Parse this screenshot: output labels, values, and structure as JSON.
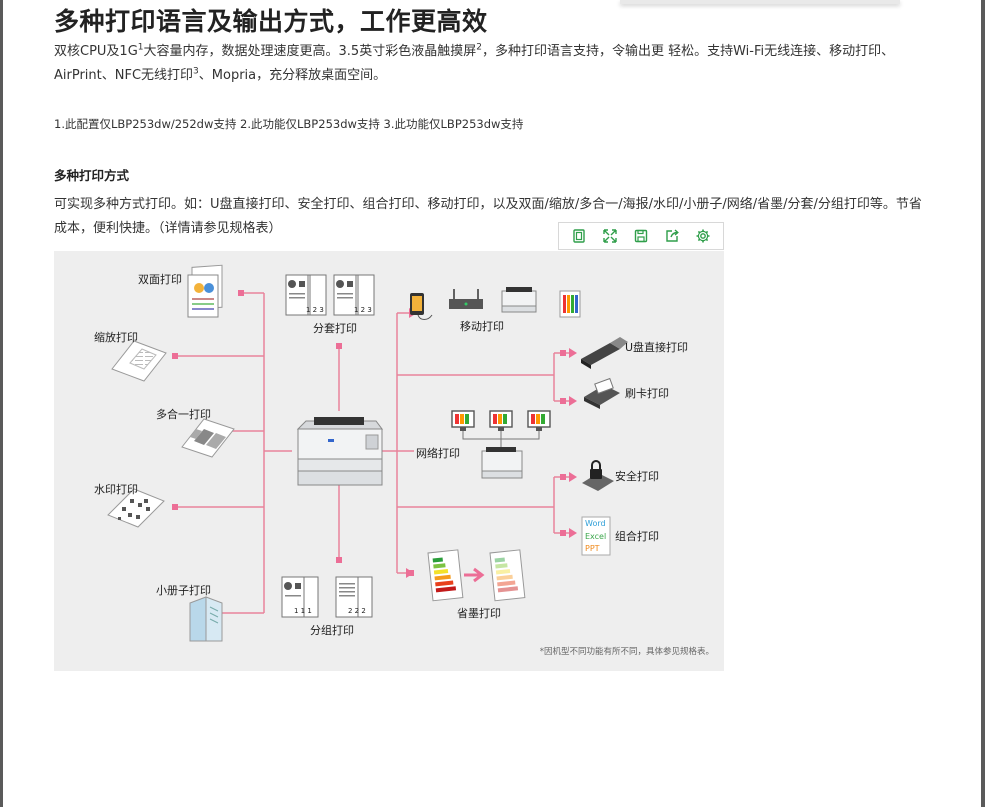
{
  "heading": "多种打印语言及输出方式，工作更高效",
  "intro": {
    "p1": "双核CPU及1G",
    "sup1": "1",
    "p2": "大容量内存，数据处理速度更高。3.5英寸彩色液晶触摸屏",
    "sup2": "2",
    "p3": "，多种打印语言支持，令输出更 轻松。支持Wi-Fi无线连接、移动打印、AirPrint、NFC无线打印",
    "sup3": "3",
    "p4": "、Mopria，充分释放桌面空间。"
  },
  "notes": "1.此配置仅LBP253dw/252dw支持 2.此功能仅LBP253dw支持 3.此功能仅LBP253dw支持",
  "section": {
    "title": "多种打印方式",
    "text": "可实现多种方式打印。如：U盘直接打印、安全打印、组合打印、移动打印，以及双面/缩放/多合一/海报/水印/小册子/网络/省墨/分套/分组打印等。节省成本，便利快捷。（详情请参见规格表）"
  },
  "toolbar": {
    "buttons": [
      "copy-icon",
      "fullscreen-icon",
      "save-icon",
      "share-icon",
      "settings-icon"
    ]
  },
  "diagram": {
    "labels": {
      "duplex": "双面打印",
      "zoom": "缩放打印",
      "nup": "多合一打印",
      "watermark": "水印打印",
      "booklet": "小册子打印",
      "collate": "分套打印",
      "group": "分组打印",
      "mobile": "移动打印",
      "usb": "U盘直接打印",
      "card": "刷卡打印",
      "network": "网络打印",
      "secure": "安全打印",
      "combo": "组合打印",
      "tonersave": "省墨打印"
    },
    "sheet_numbers": {
      "collate_a": "1 2 3",
      "collate_b": "1 2 3",
      "group_a": "1 1 1",
      "group_b": "2 2 2"
    },
    "combo_words": [
      "Word",
      "Excel",
      "PPT"
    ],
    "footnote": "*因机型不同功能有所不同，具体参见规格表。",
    "colors": {
      "connector": "#e8839b",
      "node": "#ec6e96",
      "word": "#2f9fd8",
      "excel": "#3aa64a",
      "ppt": "#f08a1c",
      "green_icon": "#2f9e4a"
    }
  }
}
